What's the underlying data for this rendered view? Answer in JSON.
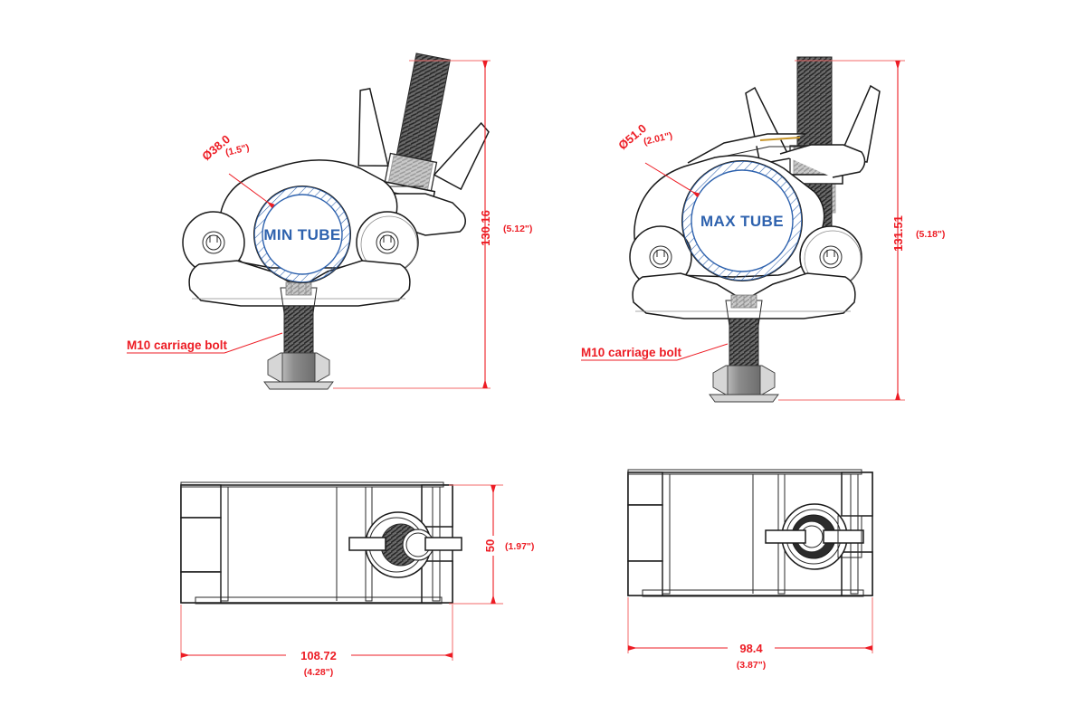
{
  "drawing": {
    "title": "Truss clamp assembly drawing",
    "colors": {
      "dimension_red": "#ED1C24",
      "dimension_red_light": "#F36A6A",
      "tube_blue": "#2E62AE",
      "outline_black": "#1A1A1A"
    },
    "views": [
      {
        "id": "front-min",
        "position": "top-left",
        "tube_label": "MIN TUBE",
        "diameter_label": "Ø38.0",
        "diameter_label_imperial": "(1.5\")",
        "height_label": "130.16",
        "height_label_imperial": "(5.12\")",
        "leader_label": "M10 carriage bolt"
      },
      {
        "id": "front-max",
        "position": "top-right",
        "tube_label": "MAX TUBE",
        "diameter_label": "Ø51.0",
        "diameter_label_imperial": "(2.01\")",
        "height_label": "131.51",
        "height_label_imperial": "(5.18\")",
        "leader_label": "M10 carriage bolt"
      },
      {
        "id": "side-left",
        "position": "bottom-left",
        "width_label": "108.72",
        "width_label_imperial": "(4.28\")",
        "height_label": "50",
        "height_label_imperial": "(1.97\")"
      },
      {
        "id": "side-right",
        "position": "bottom-right",
        "width_label": "98.4",
        "width_label_imperial": "(3.87\")"
      }
    ]
  }
}
